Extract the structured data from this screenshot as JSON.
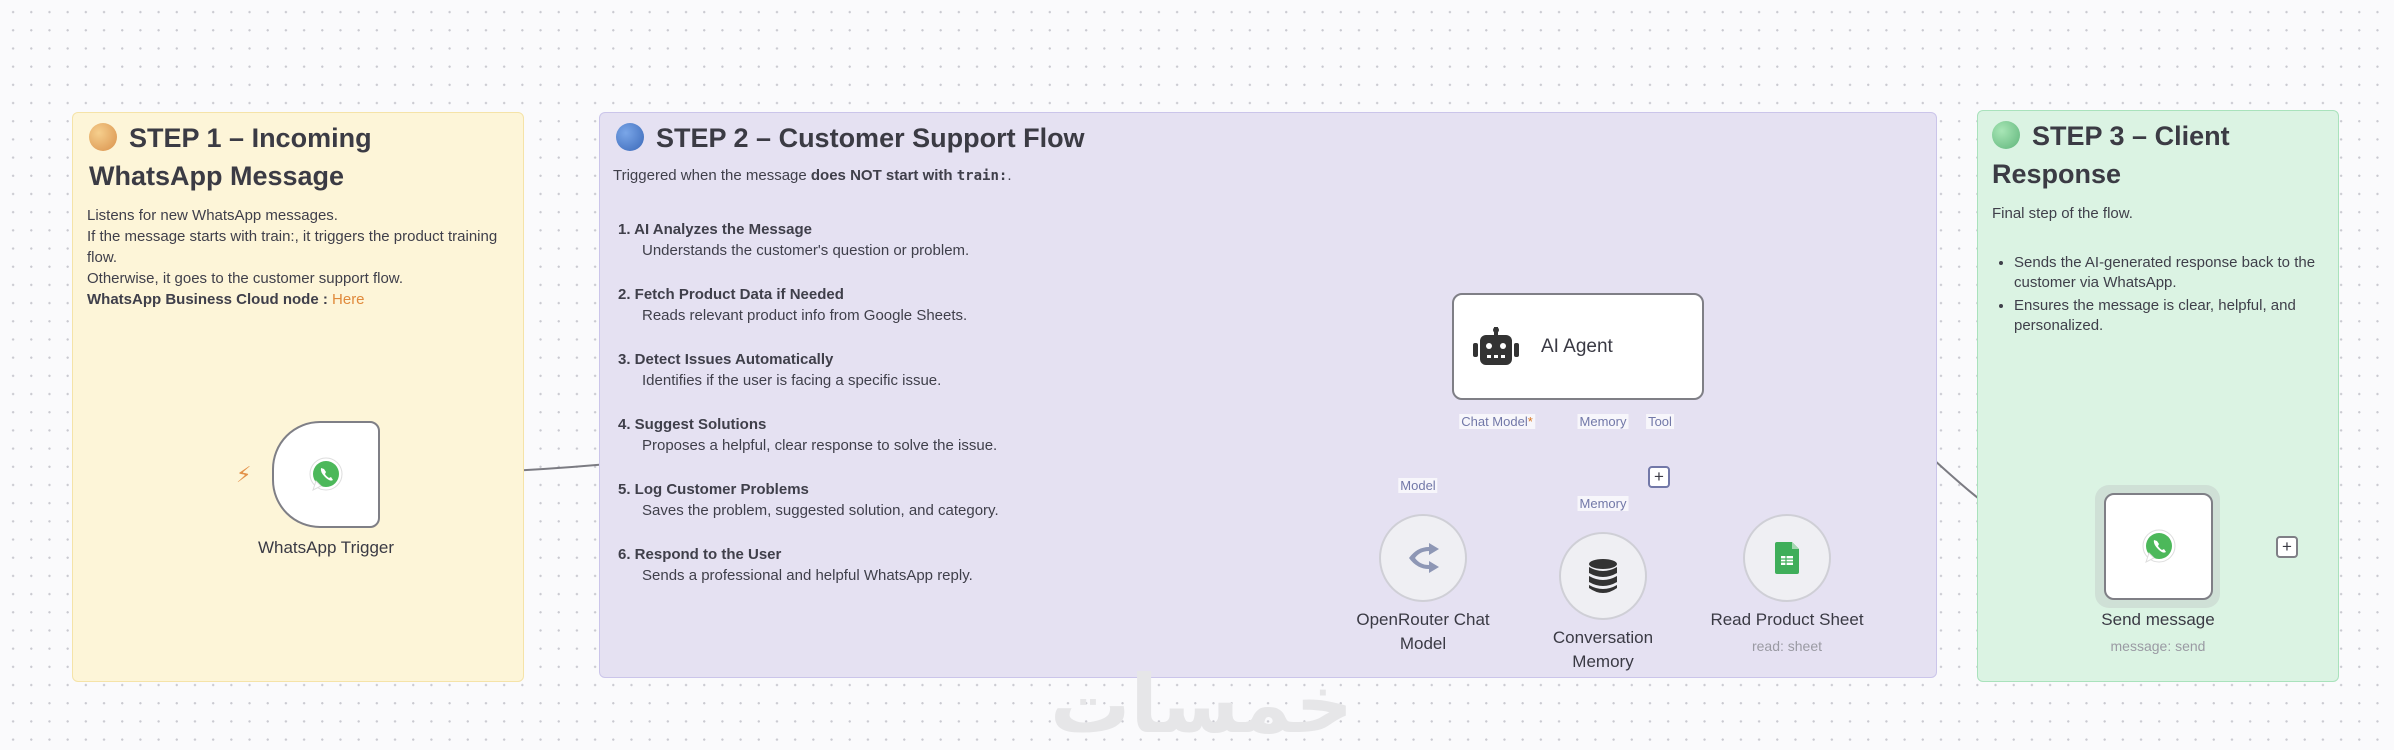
{
  "step1": {
    "title": "STEP 1 – Incoming WhatsApp Message",
    "lines": [
      "Listens for new WhatsApp messages.",
      "If the message starts with train:, it triggers the product training flow.",
      "Otherwise, it goes to the customer support flow."
    ],
    "node_label": "WhatsApp Business Cloud node :",
    "link": "Here",
    "color": "#fdf5d8"
  },
  "step2": {
    "title": "STEP 2 – Customer Support Flow",
    "intro_prefix": "Triggered when the message ",
    "intro_bold": "does NOT start with ",
    "intro_code": "train:",
    "intro_suffix": ".",
    "steps": [
      {
        "title": "1. AI Analyzes the Message",
        "desc": "Understands the customer's question or problem."
      },
      {
        "title": "2. Fetch Product Data if Needed",
        "desc": "Reads relevant product info from Google Sheets."
      },
      {
        "title": "3. Detect Issues Automatically",
        "desc": "Identifies if the user is facing a specific issue."
      },
      {
        "title": "4. Suggest Solutions",
        "desc": "Proposes a helpful, clear response to solve the issue."
      },
      {
        "title": "5. Log Customer Problems",
        "desc": "Saves the problem, suggested solution, and category."
      },
      {
        "title": "6. Respond to the User",
        "desc": "Sends a professional and helpful WhatsApp reply."
      }
    ],
    "color": "#e5e1f2"
  },
  "step3": {
    "title": "STEP 3 – Client Response",
    "intro": "Final step of the flow.",
    "bullets": [
      "Sends the AI-generated response back to the customer via WhatsApp.",
      "Ensures the message is clear, helpful, and personalized."
    ],
    "color": "#dbf3e3"
  },
  "nodes": {
    "trigger": {
      "label": "WhatsApp Trigger",
      "icon": "whatsapp-icon"
    },
    "agent": {
      "label": "AI Agent",
      "icon": "robot-icon",
      "ports": {
        "chat_model": "Chat Model",
        "required": "*",
        "memory": "Memory",
        "tool": "Tool"
      }
    },
    "openrouter": {
      "label": "OpenRouter Chat Model",
      "port": "Model",
      "icon": "openrouter-icon"
    },
    "memory": {
      "label": "Conversation Memory",
      "port": "Memory",
      "icon": "database-icon"
    },
    "sheet": {
      "label": "Read Product Sheet",
      "sub": "read: sheet",
      "icon": "google-sheets-icon"
    },
    "send": {
      "label": "Send message",
      "sub": "message: send",
      "icon": "whatsapp-icon"
    }
  },
  "plus_label": "+",
  "watermark": "خمسات"
}
